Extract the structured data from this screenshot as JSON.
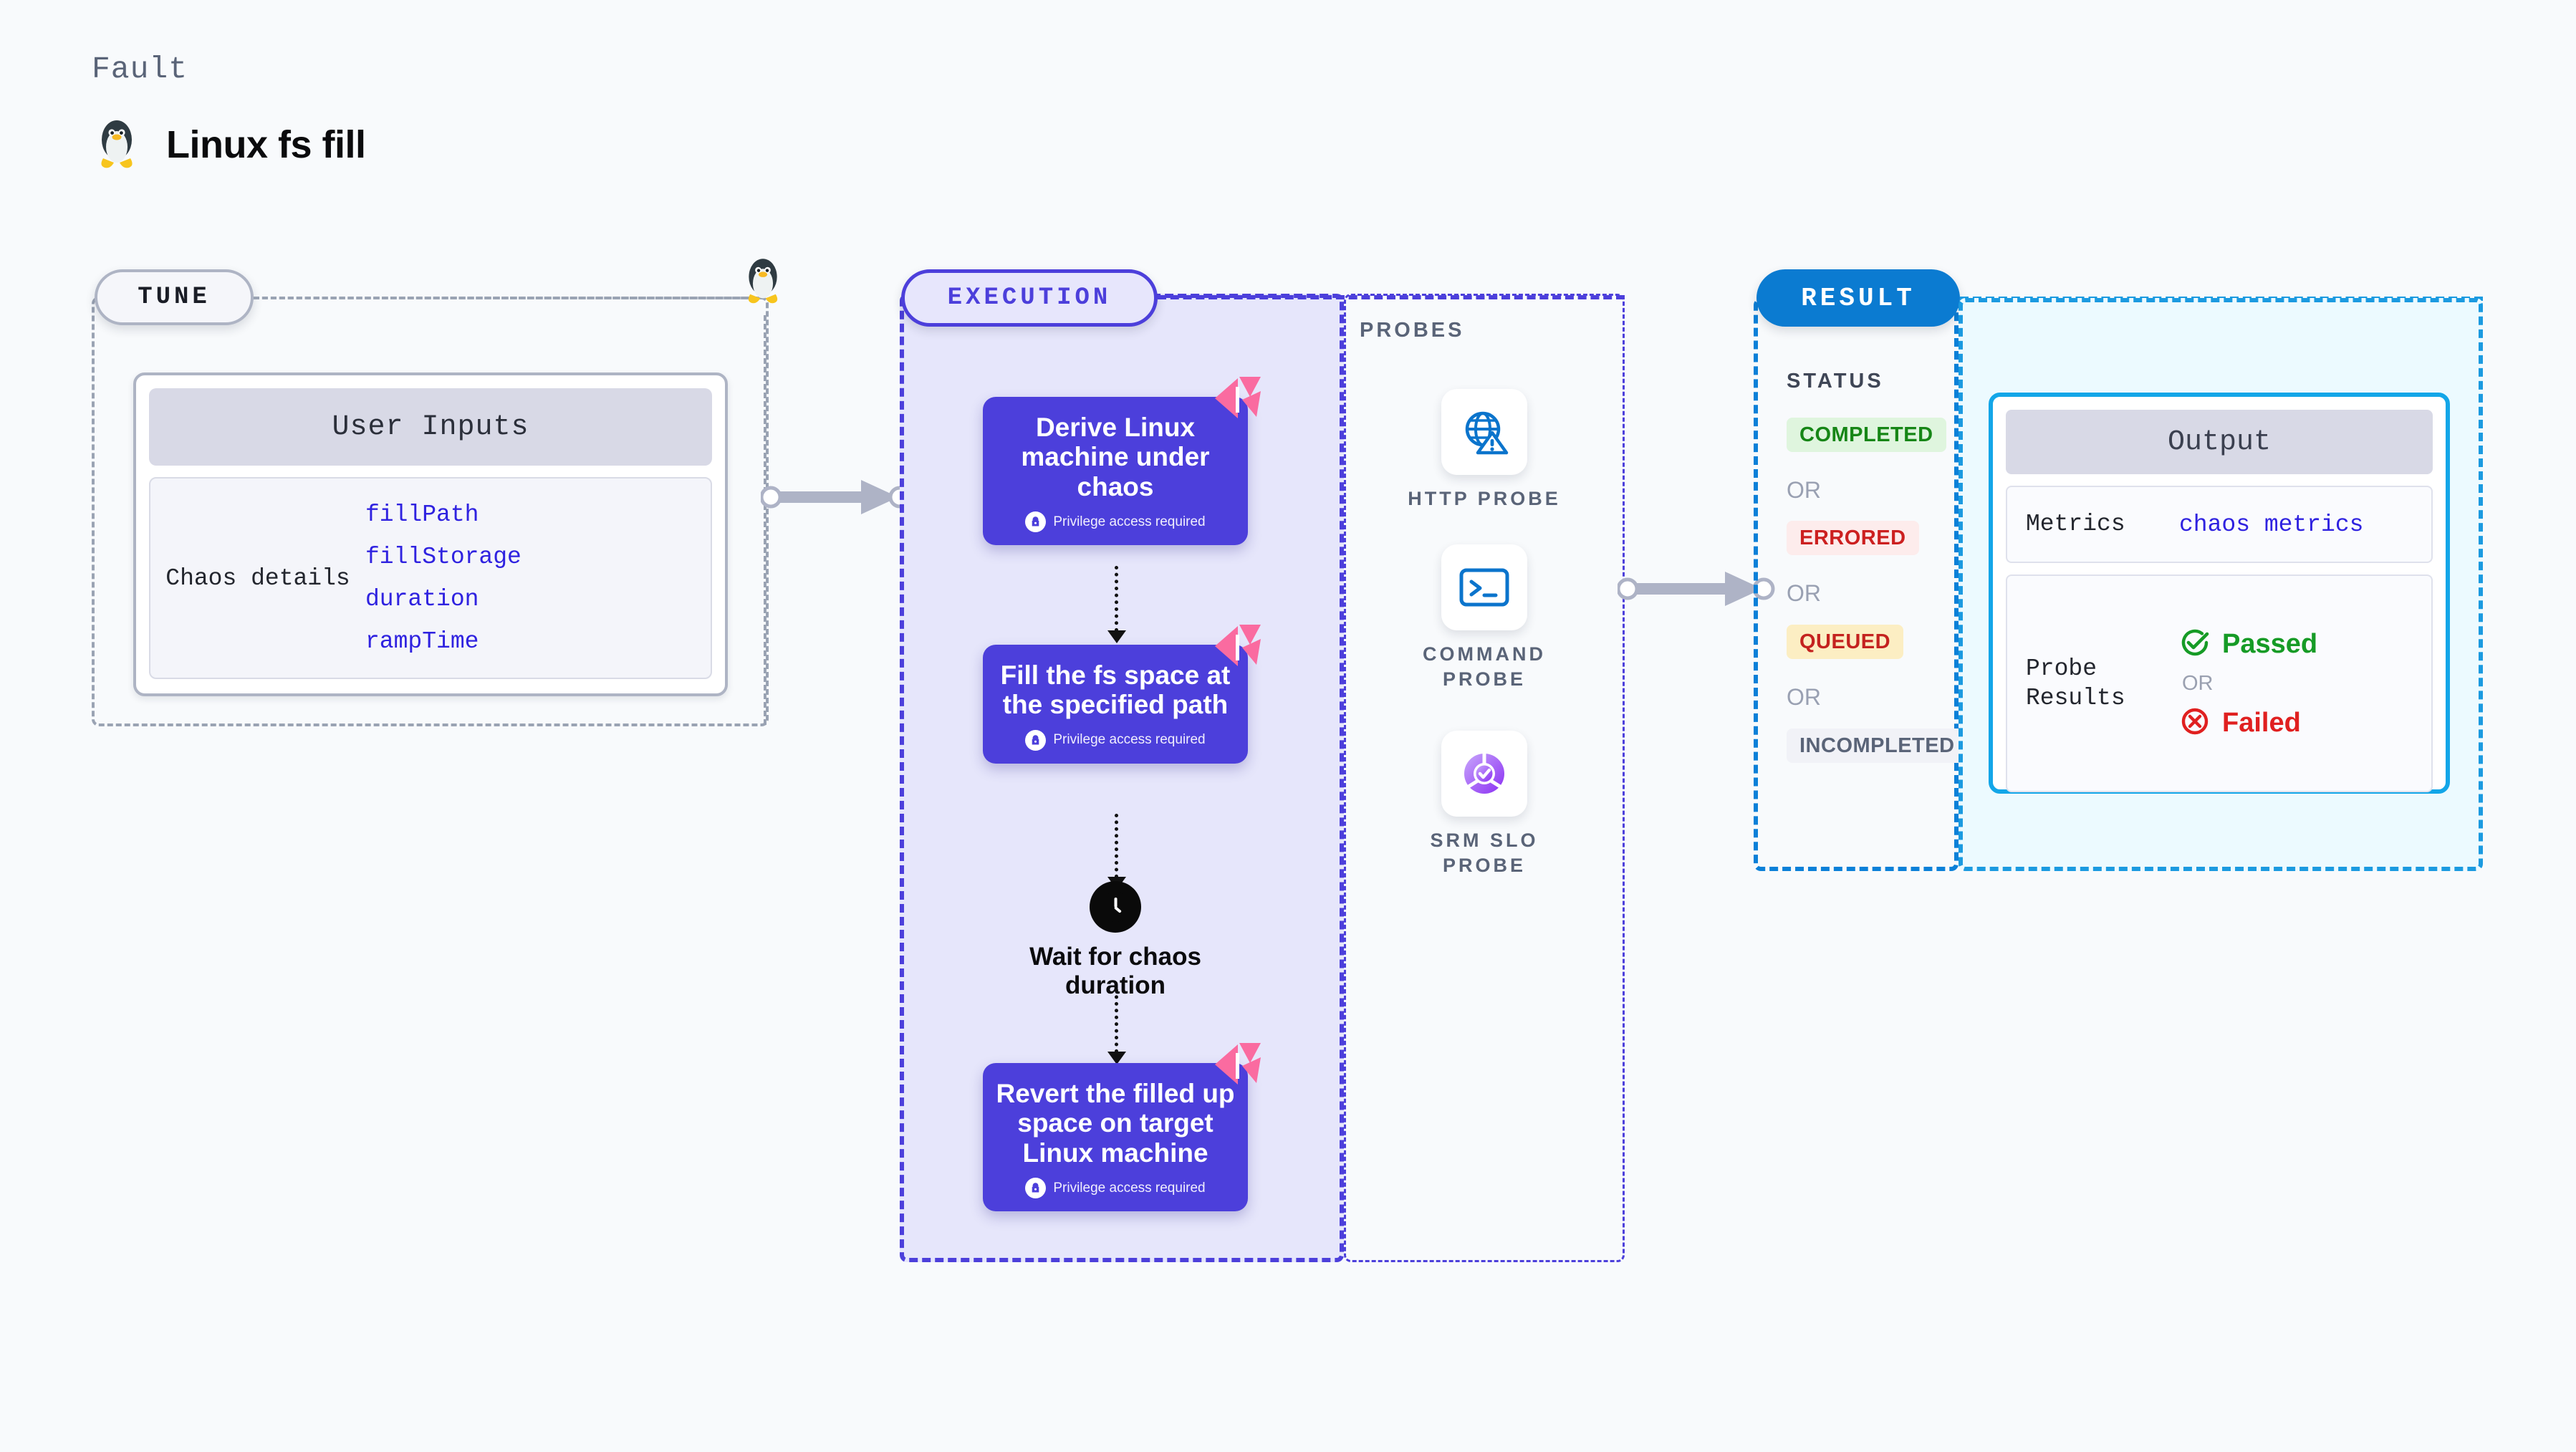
{
  "header": {
    "kicker": "Fault",
    "title": "Linux fs fill",
    "icon": "linux-penguin-icon"
  },
  "tune": {
    "badge": "TUNE",
    "card": {
      "header": "User Inputs",
      "details_label": "Chaos details",
      "params": [
        "fillPath",
        "fillStorage",
        "duration",
        "rampTime"
      ]
    }
  },
  "execution": {
    "badge": "EXECUTION",
    "privilege_note": "Privilege access required",
    "steps": [
      {
        "title": "Derive Linux machine under chaos",
        "privilege": true,
        "flag": true
      },
      {
        "title": "Fill the fs space at the specified path",
        "privilege": true,
        "flag": true
      },
      {
        "title": "Revert the filled up space on target Linux machine",
        "privilege": true,
        "flag": true
      }
    ],
    "wait_node": {
      "label": "Wait for chaos duration",
      "icon": "clock-icon"
    }
  },
  "probes": {
    "title": "PROBES",
    "items": [
      {
        "label": "HTTP PROBE",
        "icon": "globe-warning-icon"
      },
      {
        "label": "COMMAND PROBE",
        "icon": "terminal-icon"
      },
      {
        "label": "SRM SLO PROBE",
        "icon": "slo-check-icon"
      }
    ]
  },
  "result": {
    "badge": "RESULT",
    "status_title": "STATUS",
    "or_label": "OR",
    "statuses": [
      {
        "label": "COMPLETED",
        "bg": "#dff5de",
        "fg": "#168616"
      },
      {
        "label": "ERRORED",
        "bg": "#fdecec",
        "fg": "#cc2020"
      },
      {
        "label": "QUEUED",
        "bg": "#fceec3",
        "fg": "#c4221f"
      },
      {
        "label": "INCOMPLETED",
        "bg": "#f1f2f7",
        "fg": "#5a6478"
      }
    ]
  },
  "output": {
    "header": "Output",
    "metrics_key": "Metrics",
    "metrics_value": "chaos metrics",
    "probe_results_key": "Probe Results",
    "passed_label": "Passed",
    "failed_label": "Failed",
    "or_label": "OR"
  },
  "colors": {
    "primary_purple": "#4c3fdb",
    "result_blue": "#0b7bd1",
    "output_cyan": "#13a6e8",
    "flag_pink": "#fa6ba0",
    "page_bg": "#f8fafc"
  }
}
